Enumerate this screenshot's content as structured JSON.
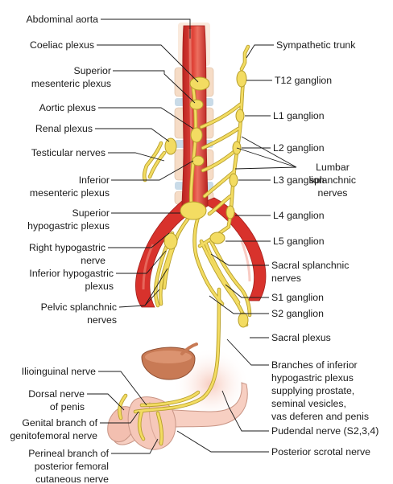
{
  "labels": {
    "abdominal_aorta": "Abdominal aorta",
    "coeliac_plexus": "Coeliac plexus",
    "superior_mesenteric_1": "Superior",
    "superior_mesenteric_2": "mesenteric plexus",
    "aortic_plexus": "Aortic plexus",
    "renal_plexus": "Renal plexus",
    "testicular_nerves": "Testicular nerves",
    "inferior_mesenteric_1": "Inferior",
    "inferior_mesenteric_2": "mesenteric plexus",
    "superior_hypogastric_1": "Superior",
    "superior_hypogastric_2": "hypogastric plexus",
    "right_hypogastric_1": "Right hypogastric",
    "right_hypogastric_2": "nerve",
    "inferior_hypogastric_1": "Inferior hypogastric",
    "inferior_hypogastric_2": "plexus",
    "pelvic_splanchnic_1": "Pelvic splanchnic",
    "pelvic_splanchnic_2": "nerves",
    "ilioinguinal_nerve": "Ilioinguinal nerve",
    "dorsal_nerve_1": "Dorsal nerve",
    "dorsal_nerve_2": "of penis",
    "genital_branch_1": "Genital branch of",
    "genital_branch_2": "genitofemoral nerve",
    "perineal_branch_1": "Perineal branch of",
    "perineal_branch_2": "posterior femoral",
    "perineal_branch_3": "cutaneous nerve",
    "sympathetic_trunk": "Sympathetic trunk",
    "t12_ganglion": "T12 ganglion",
    "l1_ganglion": "L1 ganglion",
    "l2_ganglion": "L2 ganglion",
    "lumbar_splanchnic_1": "Lumbar",
    "lumbar_splanchnic_2": "splanchnic",
    "lumbar_splanchnic_3": "nerves",
    "l3_ganglion": "L3 ganglion",
    "l4_ganglion": "L4 ganglion",
    "l5_ganglion": "L5 ganglion",
    "sacral_splanchnic_1": "Sacral splanchnic",
    "sacral_splanchnic_2": "nerves",
    "s1_ganglion": "S1 ganglion",
    "s2_ganglion": "S2 ganglion",
    "sacral_plexus": "Sacral plexus",
    "branches_inferior_1": "Branches of inferior",
    "branches_inferior_2": "hypogastric plexus",
    "branches_inferior_3": "supplying prostate,",
    "branches_inferior_4": "seminal vesicles,",
    "branches_inferior_5": "vas deferen and penis",
    "pudendal_nerve": "Pudendal nerve (S2,3,4)",
    "posterior_scrotal_nerve": "Posterior scrotal nerve"
  },
  "colors": {
    "artery": "#d8322c",
    "artery_highlight": "#ee7a6a",
    "vertebra": "#f6dcc6",
    "disc": "#c9dbe8",
    "nerve": "#f3dc62",
    "nerve_outline": "#b79f2c",
    "prostate": "#c87a55",
    "skin": "#f7cfc2",
    "bladder_glow": "#f9d9cf"
  }
}
